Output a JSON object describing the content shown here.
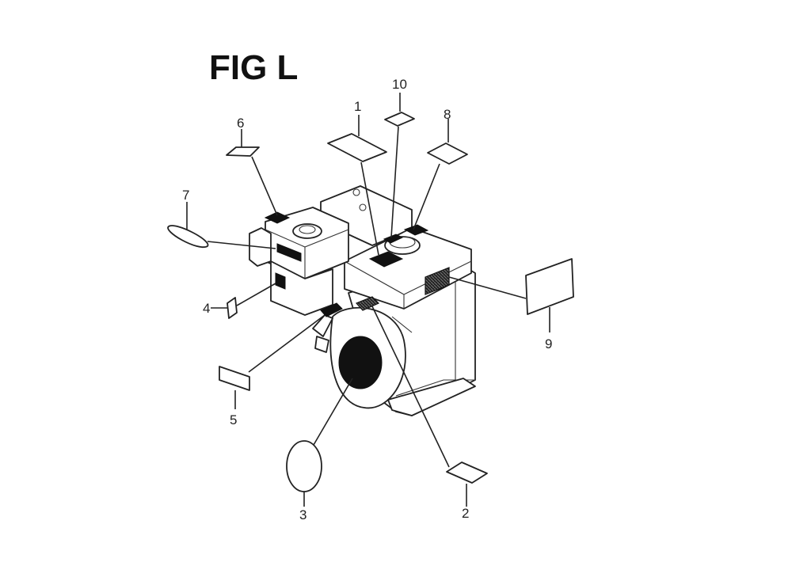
{
  "figure": {
    "title": "FIG L"
  },
  "callouts": {
    "c1": "1",
    "c2": "2",
    "c3": "3",
    "c4": "4",
    "c5": "5",
    "c6": "6",
    "c7": "7",
    "c8": "8",
    "c9": "9",
    "c10": "10"
  }
}
